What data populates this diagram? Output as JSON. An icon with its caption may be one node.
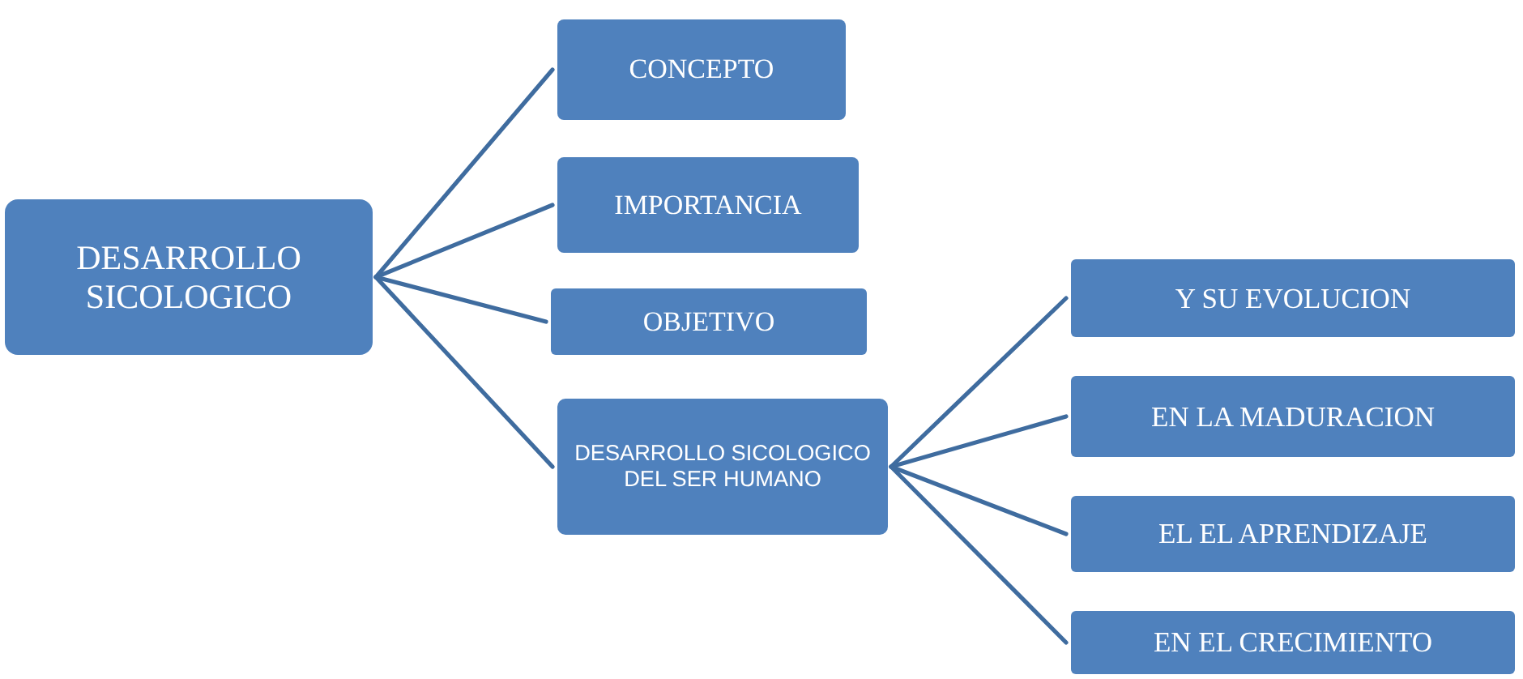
{
  "diagram": {
    "nodes": [
      {
        "text": [
          "DESARROLLO SICOLOGICO"
        ]
      },
      {
        "text": [
          "CONCEPTO"
        ]
      },
      {
        "text": [
          "IMPORTANCIA"
        ]
      },
      {
        "text": [
          "OBJETIVO"
        ]
      },
      {
        "text": [
          "DESARROLLO SICOLOGICO DEL SER HUMANO"
        ]
      },
      {
        "text": [
          "Y SU EVOLUCION"
        ]
      },
      {
        "text": [
          "EN LA MADURACION"
        ]
      },
      {
        "text": [
          "EL EL APRENDIZAJE"
        ]
      },
      {
        "text": [
          "EN EL CRECIMIENTO"
        ]
      }
    ],
    "edges": [
      {
        "from": 0,
        "to": 1,
        "arrow": "none"
      },
      {
        "from": 0,
        "to": 2,
        "arrow": "none"
      },
      {
        "from": 0,
        "to": 3,
        "arrow": "none"
      },
      {
        "from": 0,
        "to": 4,
        "arrow": "none"
      },
      {
        "from": 4,
        "to": 5,
        "arrow": "none"
      },
      {
        "from": 4,
        "to": 6,
        "arrow": "none"
      },
      {
        "from": 4,
        "to": 7,
        "arrow": "none"
      },
      {
        "from": 4,
        "to": 8,
        "arrow": "none"
      }
    ]
  }
}
